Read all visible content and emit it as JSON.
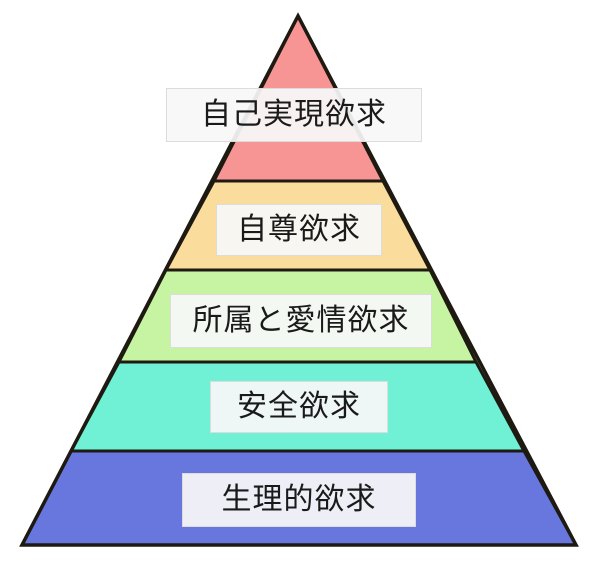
{
  "pyramid": {
    "outline_color": "#1e1a12",
    "tiers": [
      {
        "label": "自己実現欲求",
        "color": "#f79595"
      },
      {
        "label": "自尊欲求",
        "color": "#fadd9c"
      },
      {
        "label": "所属と愛情欲求",
        "color": "#c7f4a3"
      },
      {
        "label": "安全欲求",
        "color": "#70f0d4"
      },
      {
        "label": "生理的欲求",
        "color": "#6877dd"
      }
    ]
  }
}
